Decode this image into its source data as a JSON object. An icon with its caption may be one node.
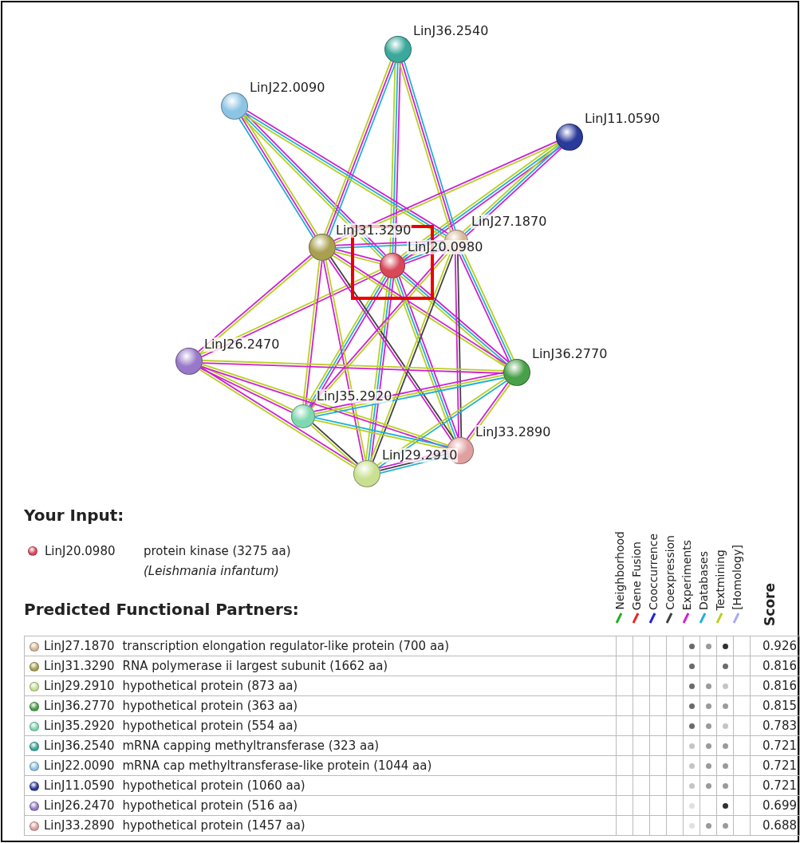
{
  "diagram": {
    "nodes": [
      {
        "text": [],
        "shape": "circle",
        "beside": [
          "LinJ36.2540"
        ]
      },
      {
        "text": [],
        "shape": "circle",
        "beside": [
          "LinJ22.0090"
        ]
      },
      {
        "text": [],
        "shape": "circle",
        "beside": [
          "LinJ11.0590"
        ]
      },
      {
        "text": [],
        "shape": "circle",
        "beside": [
          "LinJ31.3290"
        ]
      },
      {
        "text": [],
        "shape": "circle",
        "beside": [
          "LinJ27.1870"
        ]
      },
      {
        "text": [],
        "shape": "circle",
        "beside": [
          "LinJ20.0980"
        ]
      },
      {
        "text": [],
        "shape": "circle",
        "beside": [
          "LinJ26.2470"
        ]
      },
      {
        "text": [],
        "shape": "circle",
        "beside": [
          "LinJ36.2770"
        ]
      },
      {
        "text": [],
        "shape": "circle",
        "beside": [
          "LinJ35.2920"
        ]
      },
      {
        "text": [],
        "shape": "circle",
        "beside": [
          "LinJ33.2890"
        ]
      },
      {
        "text": [],
        "shape": "circle",
        "beside": [
          "LinJ29.2910"
        ]
      }
    ],
    "edges": [
      {
        "from": 5,
        "to": 4,
        "arrow": "none",
        "color": "#d020d0"
      },
      {
        "from": 5,
        "to": 4,
        "arrow": "none",
        "color": "#20b0d8"
      },
      {
        "from": 5,
        "to": 4,
        "arrow": "none",
        "color": "#b8d020"
      },
      {
        "from": 5,
        "to": 3,
        "arrow": "none",
        "color": "#d020d0"
      },
      {
        "from": 5,
        "to": 3,
        "arrow": "none",
        "color": "#b8d020"
      },
      {
        "from": 5,
        "to": 10,
        "arrow": "none",
        "color": "#d020d0"
      },
      {
        "from": 5,
        "to": 10,
        "arrow": "none",
        "color": "#20b0d8"
      },
      {
        "from": 5,
        "to": 10,
        "arrow": "none",
        "color": "#b8d020"
      },
      {
        "from": 5,
        "to": 7,
        "arrow": "none",
        "color": "#d020d0"
      },
      {
        "from": 5,
        "to": 7,
        "arrow": "none",
        "color": "#20b0d8"
      },
      {
        "from": 5,
        "to": 7,
        "arrow": "none",
        "color": "#b8d020"
      },
      {
        "from": 5,
        "to": 8,
        "arrow": "none",
        "color": "#d020d0"
      },
      {
        "from": 5,
        "to": 8,
        "arrow": "none",
        "color": "#20b0d8"
      },
      {
        "from": 5,
        "to": 8,
        "arrow": "none",
        "color": "#b8d020"
      },
      {
        "from": 5,
        "to": 0,
        "arrow": "none",
        "color": "#d020d0"
      },
      {
        "from": 5,
        "to": 0,
        "arrow": "none",
        "color": "#20b0d8"
      },
      {
        "from": 5,
        "to": 0,
        "arrow": "none",
        "color": "#b8d020"
      },
      {
        "from": 5,
        "to": 1,
        "arrow": "none",
        "color": "#d020d0"
      },
      {
        "from": 5,
        "to": 1,
        "arrow": "none",
        "color": "#20b0d8"
      },
      {
        "from": 5,
        "to": 1,
        "arrow": "none",
        "color": "#b8d020"
      },
      {
        "from": 5,
        "to": 2,
        "arrow": "none",
        "color": "#d020d0"
      },
      {
        "from": 5,
        "to": 2,
        "arrow": "none",
        "color": "#20b0d8"
      },
      {
        "from": 5,
        "to": 2,
        "arrow": "none",
        "color": "#b8d020"
      },
      {
        "from": 5,
        "to": 6,
        "arrow": "none",
        "color": "#d020d0"
      },
      {
        "from": 5,
        "to": 6,
        "arrow": "none",
        "color": "#b8d020"
      },
      {
        "from": 5,
        "to": 9,
        "arrow": "none",
        "color": "#d020d0"
      },
      {
        "from": 5,
        "to": 9,
        "arrow": "none",
        "color": "#20b0d8"
      },
      {
        "from": 5,
        "to": 9,
        "arrow": "none",
        "color": "#b8d020"
      },
      {
        "from": 0,
        "to": 3,
        "arrow": "none",
        "color": "#20b0d8"
      },
      {
        "from": 0,
        "to": 3,
        "arrow": "none",
        "color": "#d020d0"
      },
      {
        "from": 0,
        "to": 3,
        "arrow": "none",
        "color": "#b8d020"
      },
      {
        "from": 0,
        "to": 4,
        "arrow": "none",
        "color": "#20b0d8"
      },
      {
        "from": 0,
        "to": 4,
        "arrow": "none",
        "color": "#d020d0"
      },
      {
        "from": 0,
        "to": 4,
        "arrow": "none",
        "color": "#b8d020"
      },
      {
        "from": 1,
        "to": 3,
        "arrow": "none",
        "color": "#b8d020"
      },
      {
        "from": 1,
        "to": 3,
        "arrow": "none",
        "color": "#d020d0"
      },
      {
        "from": 1,
        "to": 3,
        "arrow": "none",
        "color": "#20b0d8"
      },
      {
        "from": 1,
        "to": 4,
        "arrow": "none",
        "color": "#d020d0"
      },
      {
        "from": 1,
        "to": 4,
        "arrow": "none",
        "color": "#20b0d8"
      },
      {
        "from": 1,
        "to": 4,
        "arrow": "none",
        "color": "#b8d020"
      },
      {
        "from": 2,
        "to": 3,
        "arrow": "none",
        "color": "#b8d020"
      },
      {
        "from": 2,
        "to": 3,
        "arrow": "none",
        "color": "#d020d0"
      },
      {
        "from": 2,
        "to": 4,
        "arrow": "none",
        "color": "#d020d0"
      },
      {
        "from": 2,
        "to": 4,
        "arrow": "none",
        "color": "#20b0d8"
      },
      {
        "from": 2,
        "to": 4,
        "arrow": "none",
        "color": "#b8d020"
      },
      {
        "from": 3,
        "to": 4,
        "arrow": "none",
        "color": "#d020d0"
      },
      {
        "from": 3,
        "to": 4,
        "arrow": "none",
        "color": "#20b0d8"
      },
      {
        "from": 3,
        "to": 6,
        "arrow": "none",
        "color": "#b8d020"
      },
      {
        "from": 3,
        "to": 6,
        "arrow": "none",
        "color": "#d020d0"
      },
      {
        "from": 3,
        "to": 7,
        "arrow": "none",
        "color": "#d020d0"
      },
      {
        "from": 3,
        "to": 7,
        "arrow": "none",
        "color": "#b8d020"
      },
      {
        "from": 3,
        "to": 8,
        "arrow": "none",
        "color": "#d020d0"
      },
      {
        "from": 3,
        "to": 8,
        "arrow": "none",
        "color": "#b8d020"
      },
      {
        "from": 3,
        "to": 9,
        "arrow": "none",
        "color": "#404040"
      },
      {
        "from": 3,
        "to": 9,
        "arrow": "none",
        "color": "#d020d0"
      },
      {
        "from": 3,
        "to": 10,
        "arrow": "none",
        "color": "#b8d020"
      },
      {
        "from": 3,
        "to": 10,
        "arrow": "none",
        "color": "#d020d0"
      },
      {
        "from": 4,
        "to": 7,
        "arrow": "none",
        "color": "#b8d020"
      },
      {
        "from": 4,
        "to": 7,
        "arrow": "none",
        "color": "#20b0d8"
      },
      {
        "from": 4,
        "to": 7,
        "arrow": "none",
        "color": "#d020d0"
      },
      {
        "from": 4,
        "to": 9,
        "arrow": "none",
        "color": "#404040"
      },
      {
        "from": 4,
        "to": 9,
        "arrow": "none",
        "color": "#d020d0"
      },
      {
        "from": 4,
        "to": 10,
        "arrow": "none",
        "color": "#404040"
      },
      {
        "from": 4,
        "to": 10,
        "arrow": "none",
        "color": "#b8d020"
      },
      {
        "from": 4,
        "to": 8,
        "arrow": "none",
        "color": "#b8d020"
      },
      {
        "from": 4,
        "to": 8,
        "arrow": "none",
        "color": "#d020d0"
      },
      {
        "from": 6,
        "to": 7,
        "arrow": "none",
        "color": "#b8d020"
      },
      {
        "from": 6,
        "to": 7,
        "arrow": "none",
        "color": "#d020d0"
      },
      {
        "from": 6,
        "to": 8,
        "arrow": "none",
        "color": "#b8d020"
      },
      {
        "from": 6,
        "to": 8,
        "arrow": "none",
        "color": "#d020d0"
      },
      {
        "from": 6,
        "to": 10,
        "arrow": "none",
        "color": "#d020d0"
      },
      {
        "from": 6,
        "to": 10,
        "arrow": "none",
        "color": "#b8d020"
      },
      {
        "from": 6,
        "to": 9,
        "arrow": "none",
        "color": "#b8d020"
      },
      {
        "from": 6,
        "to": 9,
        "arrow": "none",
        "color": "#d020d0"
      },
      {
        "from": 7,
        "to": 8,
        "arrow": "none",
        "color": "#20b0d8"
      },
      {
        "from": 7,
        "to": 8,
        "arrow": "none",
        "color": "#b8d020"
      },
      {
        "from": 7,
        "to": 8,
        "arrow": "none",
        "color": "#d020d0"
      },
      {
        "from": 7,
        "to": 9,
        "arrow": "none",
        "color": "#b8d020"
      },
      {
        "from": 7,
        "to": 9,
        "arrow": "none",
        "color": "#d020d0"
      },
      {
        "from": 7,
        "to": 10,
        "arrow": "none",
        "color": "#20b0d8"
      },
      {
        "from": 7,
        "to": 10,
        "arrow": "none",
        "color": "#b8d020"
      },
      {
        "from": 8,
        "to": 9,
        "arrow": "none",
        "color": "#20b0d8"
      },
      {
        "from": 8,
        "to": 9,
        "arrow": "none",
        "color": "#b8d020"
      },
      {
        "from": 8,
        "to": 10,
        "arrow": "none",
        "color": "#404040"
      },
      {
        "from": 8,
        "to": 10,
        "arrow": "none",
        "color": "#b8d020"
      },
      {
        "from": 9,
        "to": 10,
        "arrow": "none",
        "color": "#20b0d8"
      },
      {
        "from": 9,
        "to": 10,
        "arrow": "none",
        "color": "#404040"
      },
      {
        "from": 9,
        "to": 10,
        "arrow": "none",
        "color": "#d020d0"
      }
    ],
    "labels": [
      "Your Input:",
      "LinJ20.0980",
      "protein kinase (3275 aa)",
      "(Leishmania infantum)",
      "Predicted Functional Partners:",
      "Score",
      "LinJ27.1870",
      "transcription elongation regulator-like protein (700 aa)",
      "0.926",
      "LinJ31.3290",
      "RNA polymerase ii largest subunit (1662 aa)",
      "0.816",
      "LinJ29.2910",
      "hypothetical protein (873 aa)",
      "0.816",
      "LinJ36.2770",
      "hypothetical protein (363 aa)",
      "0.815",
      "LinJ35.2920",
      "hypothetical protein (554 aa)",
      "0.783",
      "LinJ36.2540",
      "mRNA capping methyltransferase (323 aa)",
      "0.721",
      "LinJ22.0090",
      "mRNA cap methyltransferase-like protein (1044 aa)",
      "0.721",
      "LinJ11.0590",
      "hypothetical protein (1060 aa)",
      "0.721",
      "LinJ26.2470",
      "hypothetical protein (516 aa)",
      "0.699",
      "LinJ33.2890",
      "hypothetical protein (1457 aa)",
      "0.688"
    ],
    "legend": [
      {
        "text": "Neighborhood",
        "color": "#20b020"
      },
      {
        "text": "Gene Fusion",
        "color": "#f02020"
      },
      {
        "text": "Cooccurrence",
        "color": "#2020e0"
      },
      {
        "text": "Coexpression",
        "color": "#404040"
      },
      {
        "text": "Experiments",
        "color": "#d020d0"
      },
      {
        "text": "Databases",
        "color": "#20b0d8"
      },
      {
        "text": "Textmining",
        "color": "#b8d020"
      },
      {
        "text": "[Homology]",
        "color": "#a8a8f8"
      }
    ]
  }
}
